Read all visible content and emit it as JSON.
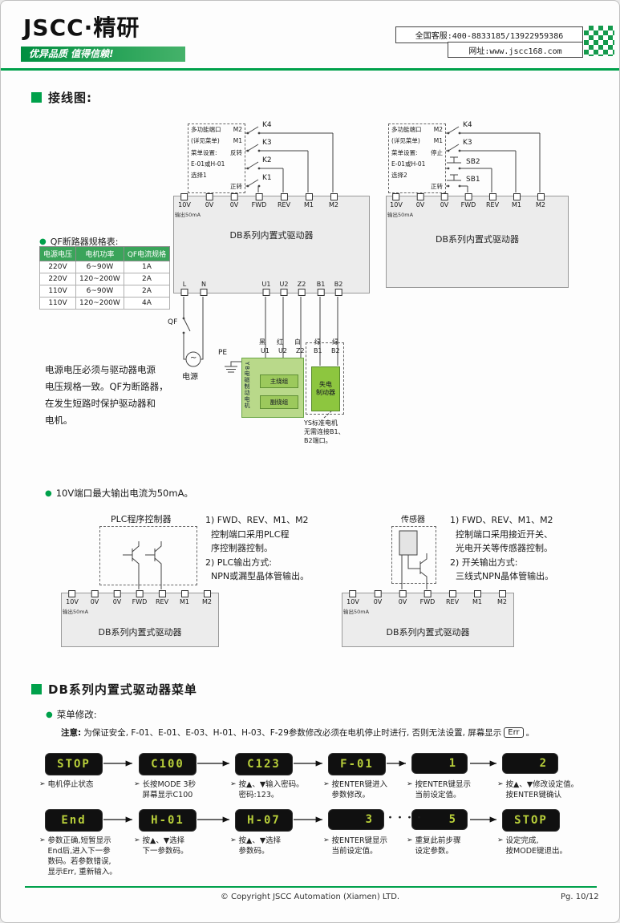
{
  "ui": {
    "bullet": "●",
    "ac": "~"
  },
  "header": {
    "logo": "JSCC·精研",
    "slogan": "优异品质 值得信赖!",
    "service": "全国客服:400-8833185/13922959386",
    "website": "网址:www.jscc168.com"
  },
  "wiring": {
    "section_title": "接线图:",
    "driver_label": "DB系列内置式驱动器",
    "output_label": "输出50mA",
    "terminals": [
      "10V",
      "0V",
      "0V",
      "FWD",
      "REV",
      "M1",
      "M2"
    ],
    "d1": {
      "port": "多功能端口",
      "port_note": "(详见菜单)",
      "m2": "M2",
      "m1": "M1",
      "menu_set": "菜单设置:",
      "rev": "反转",
      "param": "E-01或H-01",
      "choice": "选择1",
      "fwd": "正转",
      "k1": "K1",
      "k2": "K2",
      "k3": "K3",
      "k4": "K4",
      "l": "L",
      "n": "N",
      "u1": "U1",
      "u2": "U2",
      "z2": "Z2",
      "b1": "B1",
      "b2": "B2"
    },
    "d2": {
      "port": "多功能端口",
      "port_note": "(详见菜单)",
      "m2": "M2",
      "m1": "M1",
      "menu_set": "菜单设置:",
      "stop": "停止",
      "param": "E-01或H-01",
      "choice": "选择2",
      "fwd": "正转",
      "k3": "K3",
      "k4": "K4",
      "sb1": "SB1",
      "sb2": "SB2"
    },
    "qf": {
      "title": "QF断路器规格表:",
      "headers": [
        "电源电压",
        "电机功率",
        "QF电流规格"
      ],
      "rows": [
        [
          "220V",
          "6~90W",
          "1A"
        ],
        [
          "220V",
          "120~200W",
          "2A"
        ],
        [
          "110V",
          "6~90W",
          "2A"
        ],
        [
          "110V",
          "120~200W",
          "4A"
        ]
      ]
    },
    "voltage_note": "电源电压必须与驱动器电源\n电压规格一致。QF为断路器，\n在发生短路时保护驱动器和\n电机。",
    "power": {
      "qf": "QF",
      "source": "电源",
      "pe": "PE",
      "black": "黑",
      "red": "红",
      "white": "白",
      "green1": "绿",
      "green2": "绿",
      "u1": "U1",
      "u2": "U2",
      "z2": "Z2",
      "b1": "B1",
      "b2": "B2",
      "motor": "YB电磁制动电机",
      "main_coil": "主绕组",
      "aux_coil": "副绕组",
      "brake": "失电\n制动器",
      "ys_note": "YS标准电机\n无需连接B1、\nB2端口。"
    },
    "current_note": "10V端口最大输出电流为50mA。"
  },
  "plc": {
    "label": "PLC程序控制器",
    "notes": "1) FWD、REV、M1、M2\n  控制端口采用PLC程\n  序控制器控制。\n2) PLC输出方式:\n  NPN或漏型晶体管输出。"
  },
  "sensor": {
    "label": "传感器",
    "notes": "1) FWD、REV、M1、M2\n  控制端口采用接近开关、\n  光电开关等传感器控制。\n2) 开关输出方式:\n  三线式NPN晶体管输出。"
  },
  "menu": {
    "section_title": "DB系列内置式驱动器菜单",
    "subtitle": "菜单修改:",
    "note_label": "注意:",
    "note_text": "为保证安全, F-01、E-01、E-03、H-01、H-03、F-29参数修改必须在电机停止时进行, 否则无法设置, 屏幕显示",
    "note_err": "Err",
    "note_period": "。",
    "marker": "➢",
    "dots": "・・・・",
    "row1": [
      {
        "lcd": "STOP",
        "desc": "电机停止状态"
      },
      {
        "lcd": "C100",
        "desc": "长按MODE 3秒\n屏幕显示C100"
      },
      {
        "lcd": "C123",
        "desc": "按▲、▼输入密码。\n密码:123。"
      },
      {
        "lcd": "F-01",
        "desc": "按ENTER键进入\n参数修改。"
      },
      {
        "lcd": "1",
        "desc": "按ENTER键显示\n当前设定值。"
      },
      {
        "lcd": "2",
        "desc": "按▲、▼修改设定值。\n按ENTER键确认"
      }
    ],
    "row2": [
      {
        "lcd": "End",
        "desc": "参数正确,短暂显示\nEnd后,进入下一参\n数码。若参数错误,\n显示Err, 重新输入。"
      },
      {
        "lcd": "H-01",
        "desc": "按▲、▼选择\n下一参数码。"
      },
      {
        "lcd": "H-07",
        "desc": "按▲、▼选择\n参数码。"
      },
      {
        "lcd": "3",
        "desc": "按ENTER键显示\n当前设定值。"
      },
      {
        "lcd": "5",
        "desc": "重复此前步骤\n设定参数。"
      },
      {
        "lcd": "STOP",
        "desc": "设定完成,\n按MODE键退出。"
      }
    ]
  },
  "footer": {
    "copyright": "© Copyright JSCC Automation (Xiamen) LTD.",
    "page": "Pg. 10/12"
  }
}
